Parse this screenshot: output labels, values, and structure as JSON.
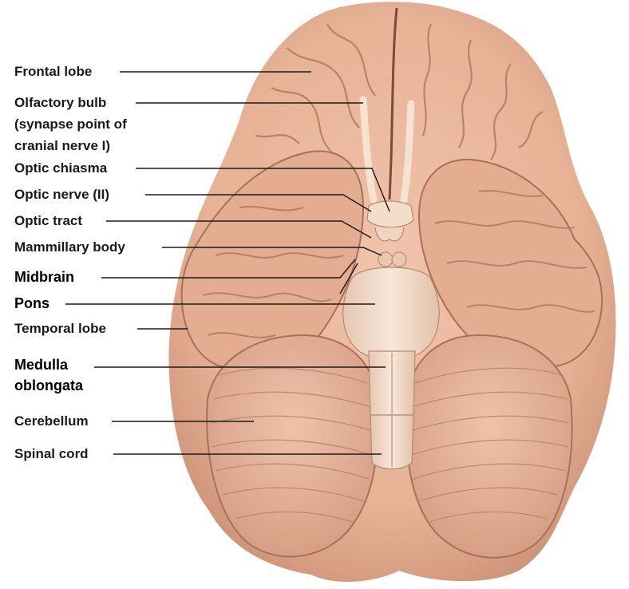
{
  "labels": {
    "frontal_lobe": "Frontal lobe",
    "olfactory_bulb_1": "Olfactory bulb",
    "olfactory_bulb_2": "(synapse point of",
    "olfactory_bulb_3": "cranial nerve I)",
    "optic_chiasma": "Optic chiasma",
    "optic_nerve": "Optic nerve (II)",
    "optic_tract": "Optic tract",
    "mammillary_body": "Mammillary body",
    "midbrain": "Midbrain",
    "pons": "Pons",
    "temporal_lobe": "Temporal lobe",
    "medulla_1": "Medulla",
    "medulla_2": "oblongata",
    "cerebellum": "Cerebellum",
    "spinal_cord": "Spinal cord"
  },
  "colors": {
    "brain": "#e9b59c",
    "brain_shadow": "#c98e74",
    "sulcus": "#a8705a",
    "brainstem": "#f2dcc8",
    "line": "#1a1a1a"
  }
}
